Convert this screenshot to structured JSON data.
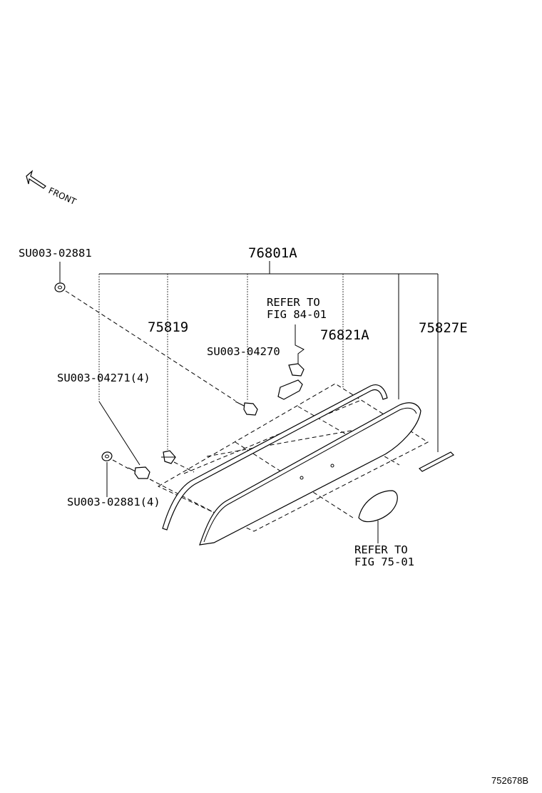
{
  "diagram": {
    "front_label": "FRONT",
    "assembly_label": "76801A",
    "labels": {
      "nut_top": "SU003-02881",
      "clip_75819": "75819",
      "screw_04270": "SU003-04270",
      "refer_84_line1": "REFER TO",
      "refer_84_line2": "FIG 84-01",
      "garnish_76821A": "76821A",
      "seal_75827E": "75827E",
      "bolt_04271": "SU003-04271(4)",
      "nut_bottom": "SU003-02881(4)",
      "refer_75_line1": "REFER TO",
      "refer_75_line2": "FIG 75-01"
    },
    "ref_code": "752678B"
  }
}
